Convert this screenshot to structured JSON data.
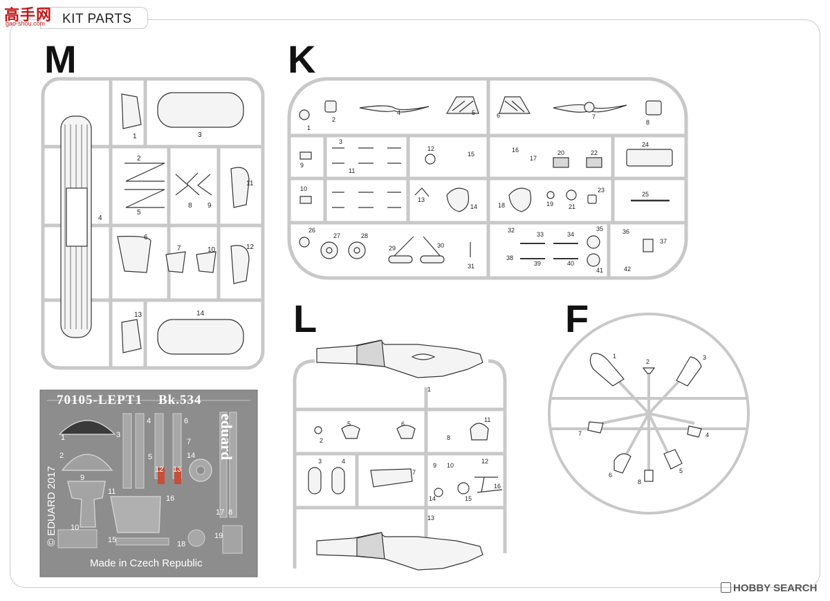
{
  "header": {
    "section_title": "KIT PARTS",
    "site_logo": "高手网",
    "site_url": "gao-shou.com"
  },
  "sprues": {
    "M": {
      "letter": "M",
      "parts": [
        "1",
        "2",
        "3",
        "4",
        "5",
        "6",
        "7",
        "8",
        "9",
        "10",
        "11",
        "12",
        "13",
        "14"
      ]
    },
    "K": {
      "letter": "K",
      "parts": [
        "1",
        "2",
        "3",
        "4",
        "5",
        "6",
        "7",
        "8",
        "9",
        "10",
        "11",
        "12",
        "13",
        "14",
        "15",
        "16",
        "17",
        "18",
        "19",
        "20",
        "21",
        "22",
        "23",
        "24",
        "25",
        "26",
        "27",
        "28",
        "29",
        "30",
        "31",
        "32",
        "33",
        "34",
        "35",
        "36",
        "37",
        "38",
        "39",
        "40",
        "41",
        "42"
      ]
    },
    "L": {
      "letter": "L",
      "parts": [
        "1",
        "2",
        "3",
        "4",
        "5",
        "6",
        "7",
        "8",
        "9",
        "10",
        "11",
        "12",
        "13",
        "14",
        "15",
        "16"
      ]
    },
    "F": {
      "letter": "F",
      "parts": [
        "1",
        "2",
        "3",
        "4",
        "5",
        "6",
        "7",
        "8"
      ]
    }
  },
  "photoetch": {
    "code": "70105-LEPT1",
    "name": "Bk.534",
    "brand": "eduard",
    "copyright": "© EDUARD 2017",
    "origin": "Made in Czech Republic",
    "parts": [
      "1",
      "2",
      "3",
      "4",
      "5",
      "6",
      "7",
      "8",
      "9",
      "10",
      "11",
      "12",
      "13",
      "14",
      "15",
      "16",
      "17",
      "18",
      "19"
    ]
  },
  "watermark": {
    "text": "HOBBY SEARCH"
  }
}
